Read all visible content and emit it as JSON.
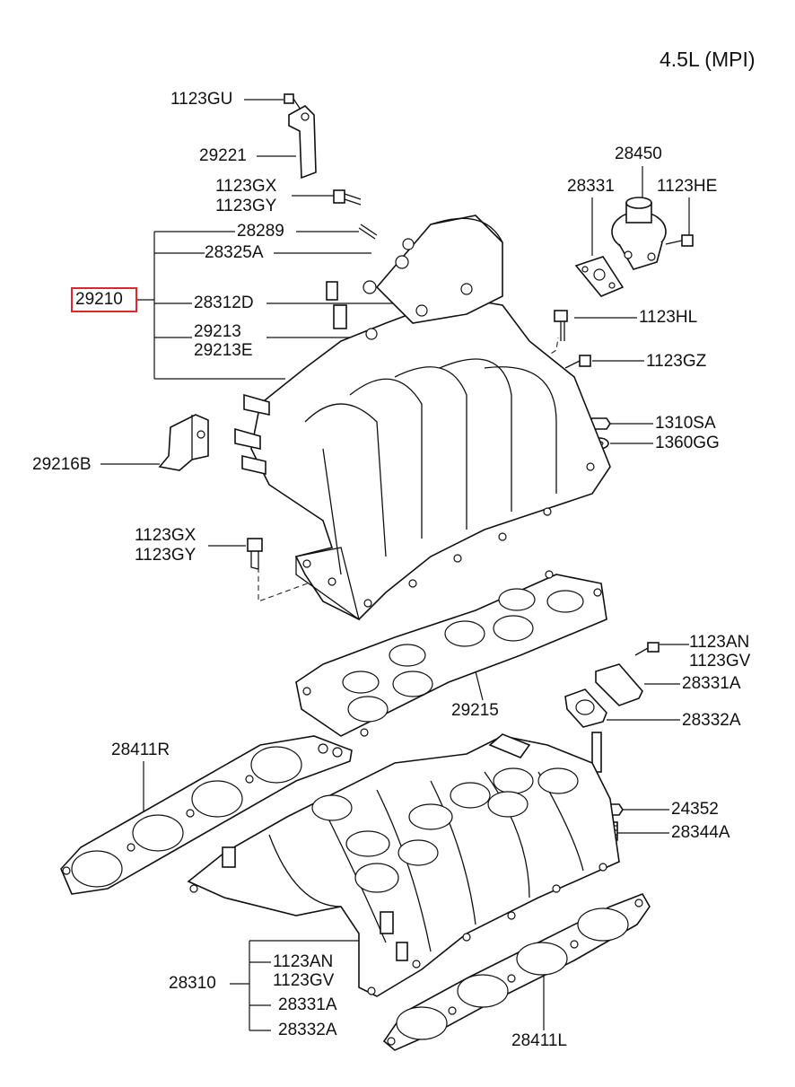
{
  "header": {
    "engine_label": "4.5L (MPI)"
  },
  "highlight": {
    "color": "#e0262a",
    "part_number": "29210"
  },
  "labels": {
    "l_1123GU": "1123GU",
    "l_29221": "29221",
    "l_1123GX_a": "1123GX",
    "l_1123GY_a": "1123GY",
    "l_28289": "28289",
    "l_28325A": "28325A",
    "l_29210": "29210",
    "l_28312D": "28312D",
    "l_29213": "29213",
    "l_29213E": "29213E",
    "l_28450": "28450",
    "l_28331": "28331",
    "l_1123HE": "1123HE",
    "l_1123HL": "1123HL",
    "l_1123GZ": "1123GZ",
    "l_1310SA": "1310SA",
    "l_1360GG": "1360GG",
    "l_29216B": "29216B",
    "l_1123GX_b": "1123GX",
    "l_1123GY_b": "1123GY",
    "l_1123AN_a": "1123AN",
    "l_1123GV_a": "1123GV",
    "l_28331A_a": "28331A",
    "l_29215": "29215",
    "l_28332A_a": "28332A",
    "l_28411R": "28411R",
    "l_24352": "24352",
    "l_28344A": "28344A",
    "l_28310": "28310",
    "l_1123AN_b": "1123AN",
    "l_1123GV_b": "1123GV",
    "l_28331A_b": "28331A",
    "l_28332A_b": "28332A",
    "l_28411L": "28411L"
  }
}
